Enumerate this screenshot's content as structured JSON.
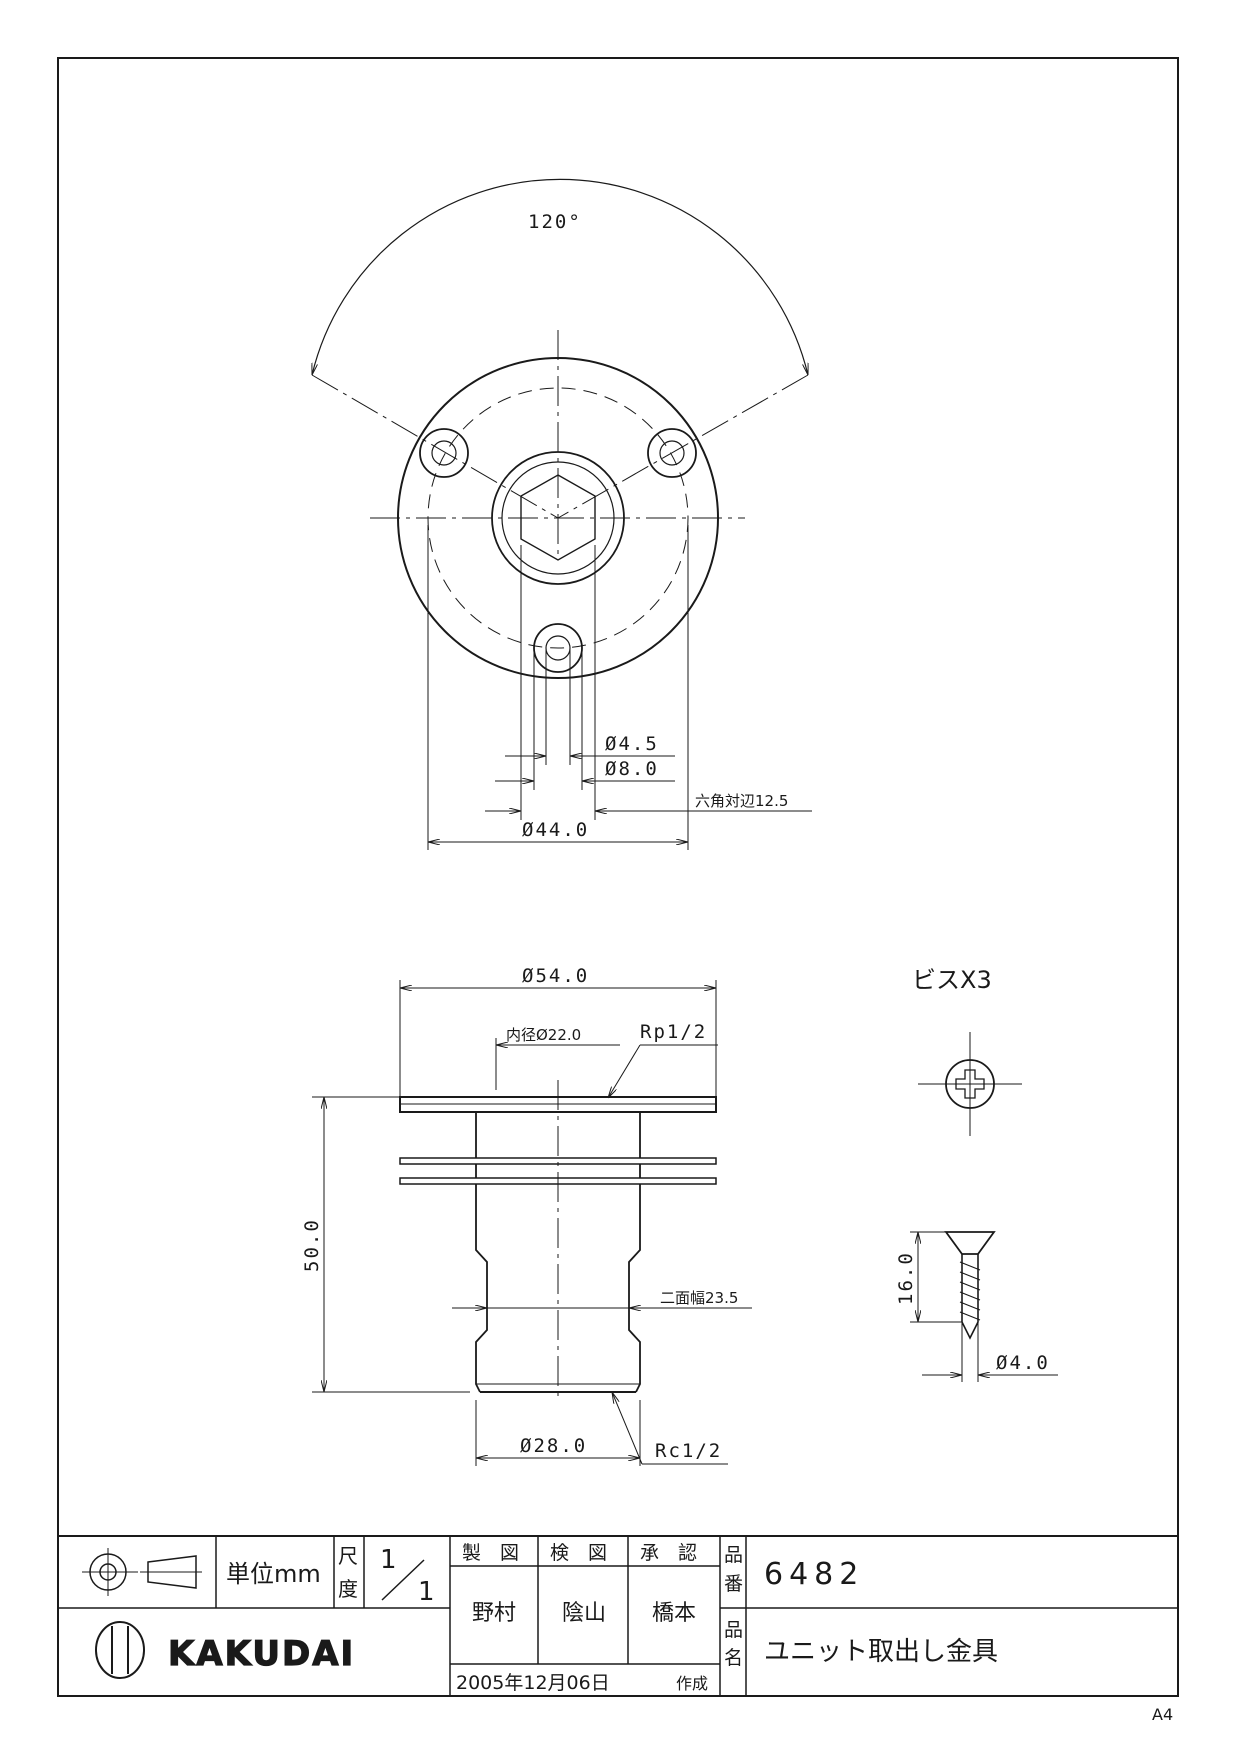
{
  "top_view": {
    "angle_label": "120°",
    "hole_dia_label": "Ø4.5",
    "counterbore_dia_label": "Ø8.0",
    "hex_label": "六角対辺12.5",
    "pcd_label": "Ø44.0"
  },
  "side_view": {
    "outer_dia_label": "Ø54.0",
    "inner_dia_label": "内径Ø22.0",
    "thread_top_label": "Rp1/2",
    "height_label": "50.0",
    "flat_width_label": "二面幅23.5",
    "bottom_dia_label": "Ø28.0",
    "thread_bottom_label": "Rc1/2"
  },
  "screw": {
    "label": "ビスX3",
    "length_label": "16.0",
    "dia_label": "Ø4.0"
  },
  "title_block": {
    "unit_label": "単位mm",
    "scale_caption_1": "尺",
    "scale_caption_2": "度",
    "scale_num": "1",
    "scale_den": "1",
    "col_drawn": "製　図",
    "col_checked": "検　図",
    "col_approved": "承　認",
    "name_drawn": "野村",
    "name_checked": "陰山",
    "name_approved": "橋本",
    "date_label": "2005年12月06日",
    "created_label": "作成",
    "part_no_caption_1": "品",
    "part_no_caption_2": "番",
    "part_no": "6482",
    "part_name_caption_1": "品",
    "part_name_caption_2": "名",
    "part_name": "ユニット取出し金具",
    "company": "KAKUDAI",
    "paper_size": "A4"
  }
}
